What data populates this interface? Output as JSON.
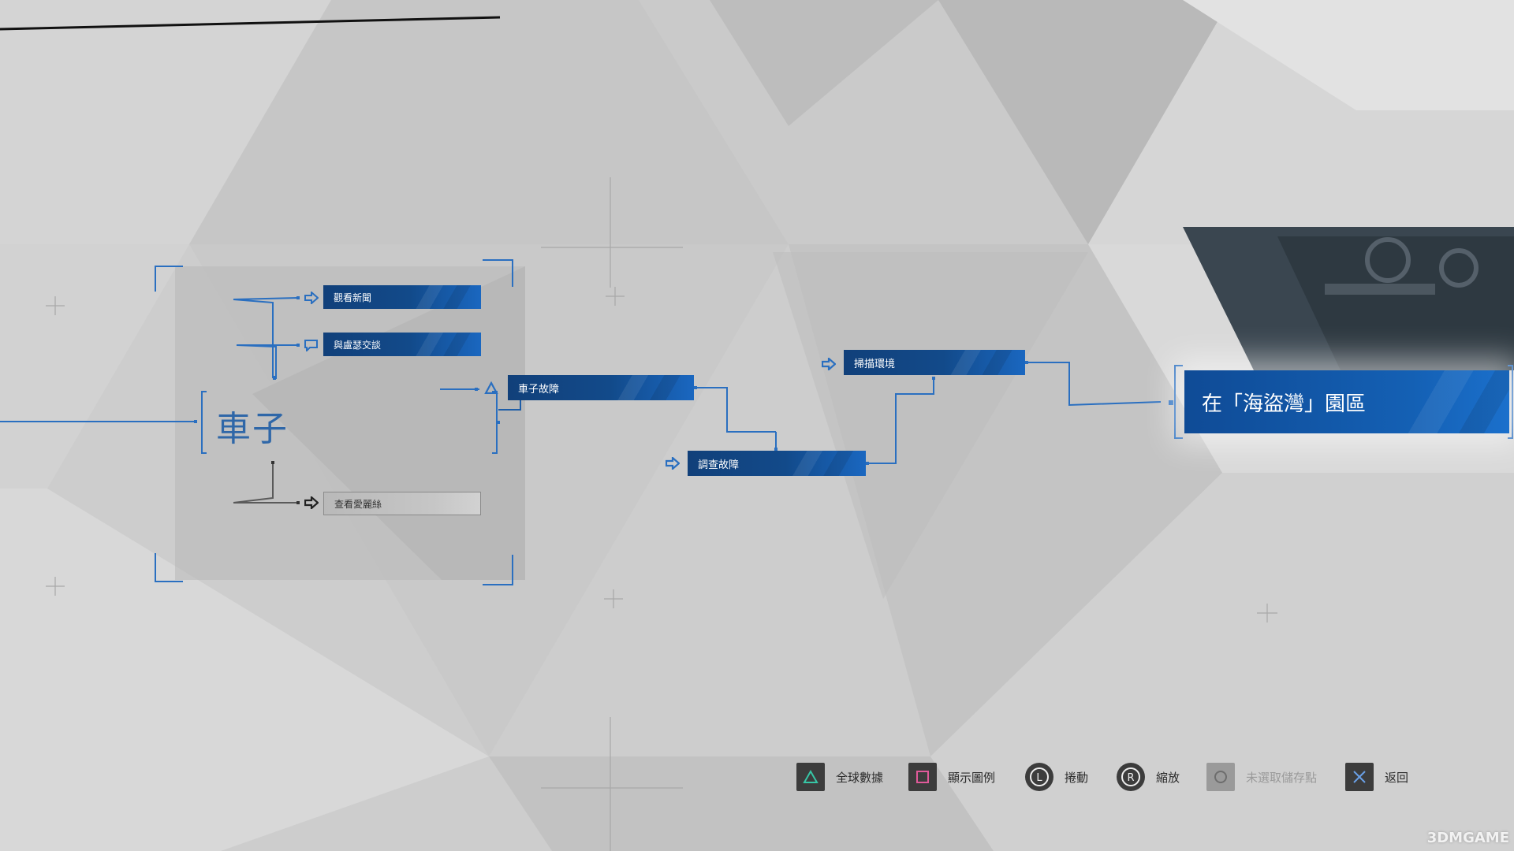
{
  "chapter": {
    "title": "車子"
  },
  "nodes": {
    "watch_news": "觀看新聞",
    "talk_lucy": "與盧瑟交談",
    "car_trouble": "車子故障",
    "check_alice": "查看愛麗絲",
    "investigate": "調查故障",
    "scan_env": "掃描環境"
  },
  "destination": {
    "label": "在「海盜灣」園區"
  },
  "controls": {
    "global_stats": "全球數據",
    "show_legend": "顯示圖例",
    "scroll": "捲動",
    "zoom": "縮放",
    "checkpoint": "未選取儲存點",
    "back": "返回",
    "l_glyph": "L",
    "r_glyph": "R"
  },
  "watermark": "3DMGAME",
  "colors": {
    "accent": "#1460b4",
    "line": "#2a6fc0"
  }
}
